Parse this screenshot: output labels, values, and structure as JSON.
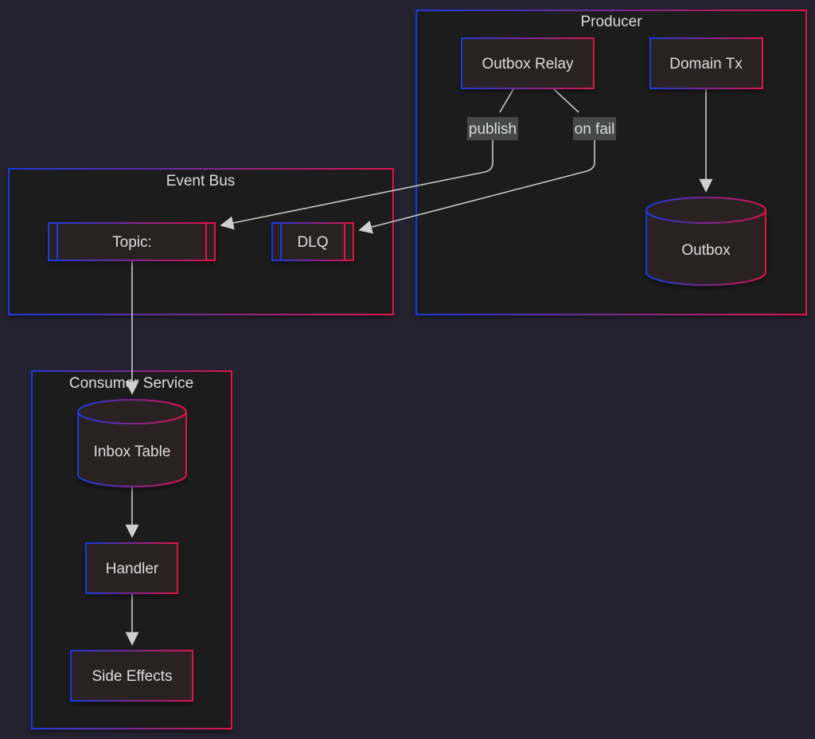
{
  "diagram": {
    "type": "flowchart",
    "colors": {
      "background": "#24222f",
      "cluster_fill": "#1f1f1f",
      "node_fill": "#2b2021",
      "gradient_start": "#1a3ae0",
      "gradient_end": "#e0144a",
      "edge": "#c8c8c8",
      "edge_label_bg": "#474949",
      "text": "#dcdcdc"
    },
    "clusters": [
      {
        "id": "producer",
        "label": "Producer"
      },
      {
        "id": "event_bus",
        "label": "Event Bus"
      },
      {
        "id": "consumer",
        "label": "Consumer Service"
      }
    ],
    "nodes": [
      {
        "id": "outbox_relay",
        "label": "Outbox Relay",
        "shape": "rect",
        "cluster": "producer"
      },
      {
        "id": "domain_tx",
        "label": "Domain Tx",
        "shape": "rect",
        "cluster": "producer"
      },
      {
        "id": "outbox",
        "label": "Outbox",
        "shape": "cylinder",
        "cluster": "producer"
      },
      {
        "id": "topic",
        "label": "Topic:",
        "shape": "subroutine",
        "cluster": "event_bus"
      },
      {
        "id": "dlq",
        "label": "DLQ",
        "shape": "subroutine",
        "cluster": "event_bus"
      },
      {
        "id": "inbox_table",
        "label": "Inbox Table",
        "shape": "cylinder",
        "cluster": "consumer"
      },
      {
        "id": "handler",
        "label": "Handler",
        "shape": "rect",
        "cluster": "consumer"
      },
      {
        "id": "side_effects",
        "label": "Side Effects",
        "shape": "rect",
        "cluster": "consumer"
      }
    ],
    "edges": [
      {
        "from": "domain_tx",
        "to": "outbox",
        "label": ""
      },
      {
        "from": "outbox_relay",
        "to": "topic",
        "label": "publish"
      },
      {
        "from": "outbox_relay",
        "to": "dlq",
        "label": "on fail"
      },
      {
        "from": "topic",
        "to": "inbox_table",
        "label": ""
      },
      {
        "from": "inbox_table",
        "to": "handler",
        "label": ""
      },
      {
        "from": "handler",
        "to": "side_effects",
        "label": ""
      }
    ]
  }
}
